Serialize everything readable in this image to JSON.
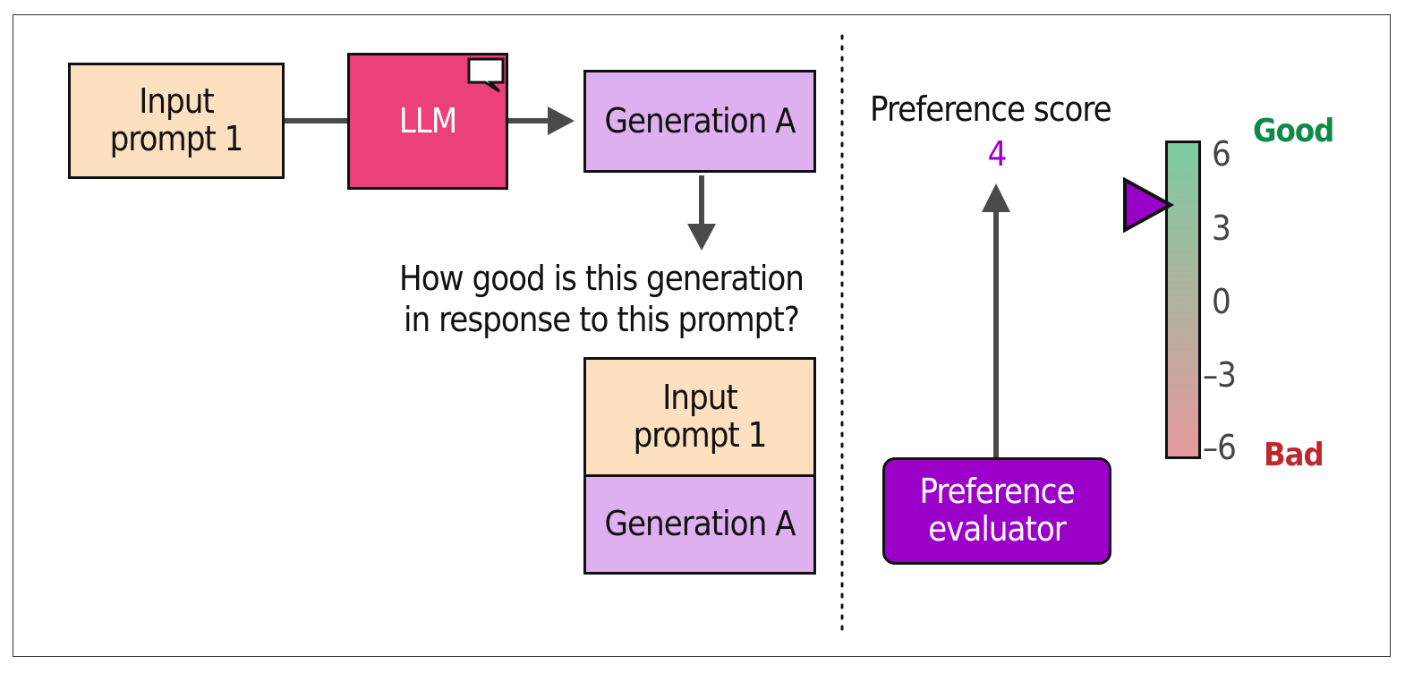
{
  "left_panel": {
    "input_box_label": "Input\nprompt 1",
    "llm_box_label": "LLM",
    "generation_box_label": "Generation A",
    "question": "How good is this generation\nin response to this prompt?",
    "stack": {
      "prompt_label": "Input\nprompt 1",
      "generation_label": "Generation A"
    }
  },
  "right_panel": {
    "score_title": "Preference score",
    "score_value": "4",
    "evaluator_label": "Preference\nevaluator",
    "scale": {
      "ticks": [
        "6",
        "3",
        "0",
        "–3",
        "–6"
      ],
      "good_label": "Good",
      "bad_label": "Bad",
      "marker_value": 4,
      "min": -6,
      "max": 6
    }
  },
  "colors": {
    "prompt_fill": "#fde0bf",
    "llm_fill": "#ec407a",
    "generation_fill": "#dfb0ef",
    "evaluator_fill": "#9a00c8",
    "score_color": "#9a00c8",
    "good_color": "#0d8a4a",
    "bad_color": "#c0272d",
    "scale_top": "#7dcca0",
    "scale_bottom": "#e4999b"
  }
}
